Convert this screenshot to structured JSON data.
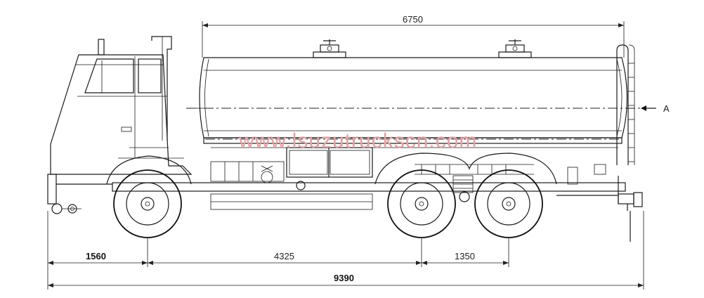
{
  "dimensions": {
    "tank_length": "6750",
    "front_overhang": "1560",
    "wheelbase": "4325",
    "rear_axle_spacing": "1350",
    "overall_length": "9390"
  },
  "section_marker": "A",
  "watermark": "www.lsuzutrucksсn.com",
  "colors": {
    "line": "#1a1a1a",
    "watermark": "#e6a0a0",
    "background": "#ffffff"
  }
}
